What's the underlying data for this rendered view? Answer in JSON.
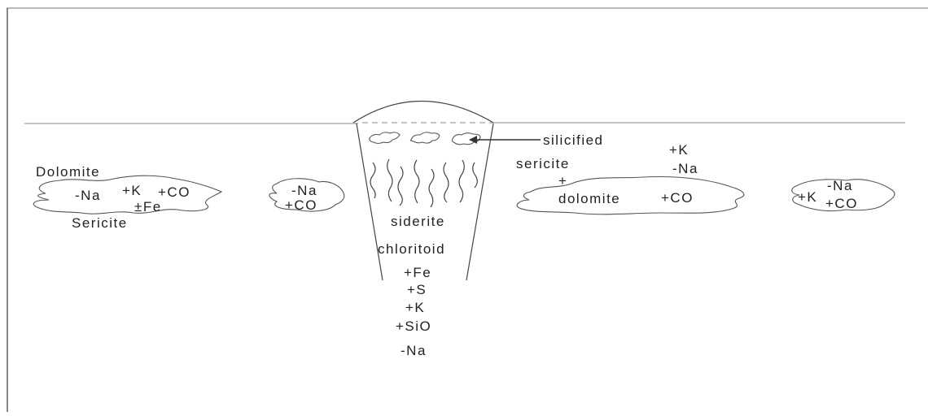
{
  "labels": {
    "left_dolomite": "Dolomite",
    "left_sericite": "Sericite",
    "left_na": "-Na",
    "left_k": "+K",
    "left_co": "+CO",
    "left_fe": "±Fe",
    "small_na": "-Na",
    "small_co": "+CO",
    "silicified": "silicified",
    "siderite": "siderite",
    "chloritoid": "chloritoid",
    "vent_fe": "+Fe",
    "vent_s": "+S",
    "vent_k": "+K",
    "vent_sio": "+SiO",
    "vent_na": "-Na",
    "right_sericite": "sericite",
    "right_plus": "+",
    "right_dolomite": "dolomite",
    "right_co": "+CO",
    "right_k": "+K",
    "right_na": "-Na",
    "far_na": "-Na",
    "far_k": "+K",
    "far_co": "+CO"
  }
}
